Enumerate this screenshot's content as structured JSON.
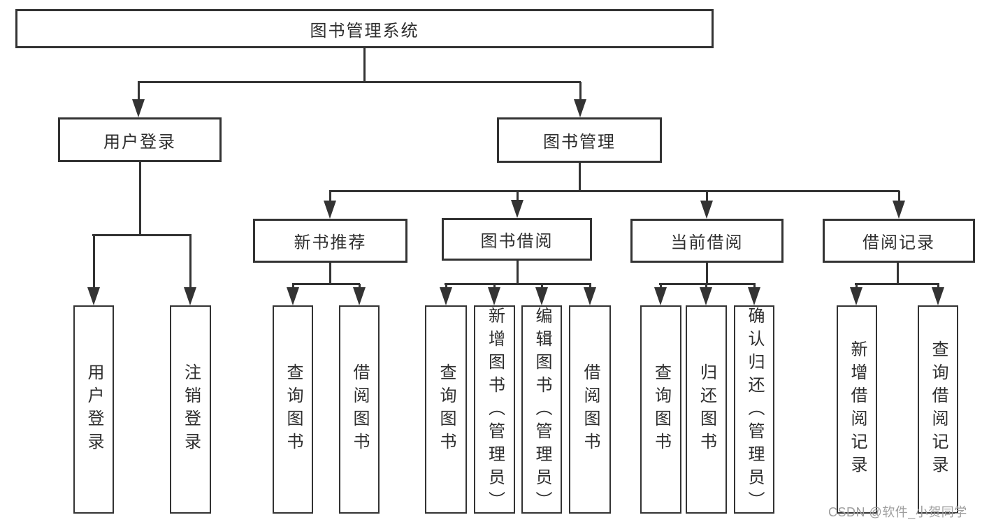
{
  "colors": {
    "background": "#ffffff",
    "line": "#333333",
    "box_border": "#333333",
    "text": "#2e2e2e",
    "watermark": "#9e9e9e"
  },
  "diagram": {
    "root": {
      "label": "图书管理系统"
    },
    "level2": [
      {
        "label": "用户登录"
      },
      {
        "label": "图书管理"
      }
    ],
    "level3": [
      {
        "label": "新书推荐"
      },
      {
        "label": "图书借阅"
      },
      {
        "label": "当前借阅"
      },
      {
        "label": "借阅记录"
      }
    ],
    "leaves": {
      "user_login": [
        "用户登录",
        "注销登录"
      ],
      "new_book": [
        "查询图书",
        "借阅图书"
      ],
      "book_borrow": [
        "查询图书",
        "新增图书（管理员）",
        "编辑图书（管理员）",
        "借阅图书"
      ],
      "current_borrow": [
        "查询图书",
        "归还图书",
        "确认归还（管理员）"
      ],
      "borrow_records": [
        "新增借阅记录",
        "查询借阅记录"
      ]
    },
    "hierarchy": {
      "图书管理系统": {
        "用户登录": [
          "用户登录",
          "注销登录"
        ],
        "图书管理": {
          "新书推荐": [
            "查询图书",
            "借阅图书"
          ],
          "图书借阅": [
            "查询图书",
            "新增图书（管理员）",
            "编辑图书（管理员）",
            "借阅图书"
          ],
          "当前借阅": [
            "查询图书",
            "归还图书",
            "确认归还（管理员）"
          ],
          "借阅记录": [
            "新增借阅记录",
            "查询借阅记录"
          ]
        }
      }
    }
  },
  "watermark": {
    "text": "CSDN @软件_小贺同学"
  }
}
